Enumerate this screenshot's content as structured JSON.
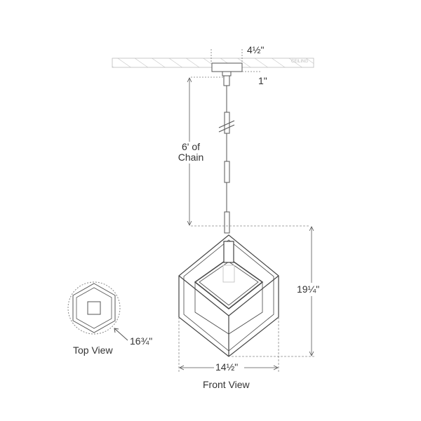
{
  "ceiling_label": "CEILING",
  "dimensions": {
    "canopy_width": "4½\"",
    "canopy_height": "1\"",
    "chain_length_line1": "6' of",
    "chain_length_line2": "Chain",
    "fixture_height": "19¼\"",
    "fixture_width": "14½\"",
    "top_view_diameter": "16¾\""
  },
  "views": {
    "top": "Top View",
    "front": "Front View"
  },
  "colors": {
    "line": "#555555",
    "dash": "#888888"
  }
}
